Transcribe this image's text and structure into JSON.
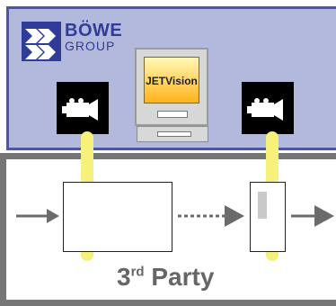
{
  "branding": {
    "company_name": "BÖWE",
    "company_subtitle": "GROUP"
  },
  "system": {
    "monitor_label": "JETVision",
    "party_label_main": "3",
    "party_label_suffix": "rd",
    "party_label_rest": " Party"
  },
  "icons": {
    "logo": "boewe-logo-icon",
    "camera_left": "camera-icon",
    "camera_right": "camera-icon",
    "monitor": "monitor-icon",
    "arrow": "arrow-right-icon"
  },
  "colors": {
    "top_panel_fill": "#b3b8dd",
    "top_panel_border": "#4d55a6",
    "frame_gray": "#767676",
    "beam_yellow": "#f5f17a",
    "logo_blue": "#2f3d99",
    "arrow_gray": "#6b6b6b"
  }
}
